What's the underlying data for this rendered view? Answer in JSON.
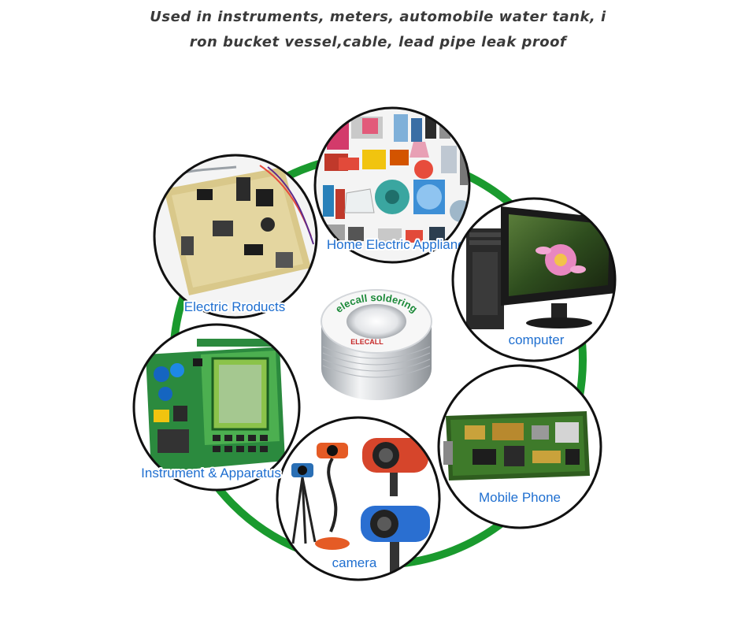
{
  "header": {
    "line1": "Used in instruments, meters, automobile water tank, i",
    "line2": "ron bucket vessel,cable, lead pipe leak proof"
  },
  "spool": {
    "label": "elecall soldering",
    "brand": "ELECALL"
  },
  "applications": [
    {
      "id": "home-electric-appliance",
      "label": "Home Electric Appliance"
    },
    {
      "id": "computer",
      "label": "computer"
    },
    {
      "id": "mobile-phone",
      "label": "Mobile Phone"
    },
    {
      "id": "camera",
      "label": "camera"
    },
    {
      "id": "instrument-apparatus",
      "label": "Instrument & Apparatus"
    },
    {
      "id": "electric-products",
      "label": "Electric Rroducts"
    }
  ],
  "colors": {
    "ring": "#1a9a2e",
    "label": "#1f6fd0",
    "circle_border": "#111111",
    "header_text": "#3a3a3a"
  }
}
